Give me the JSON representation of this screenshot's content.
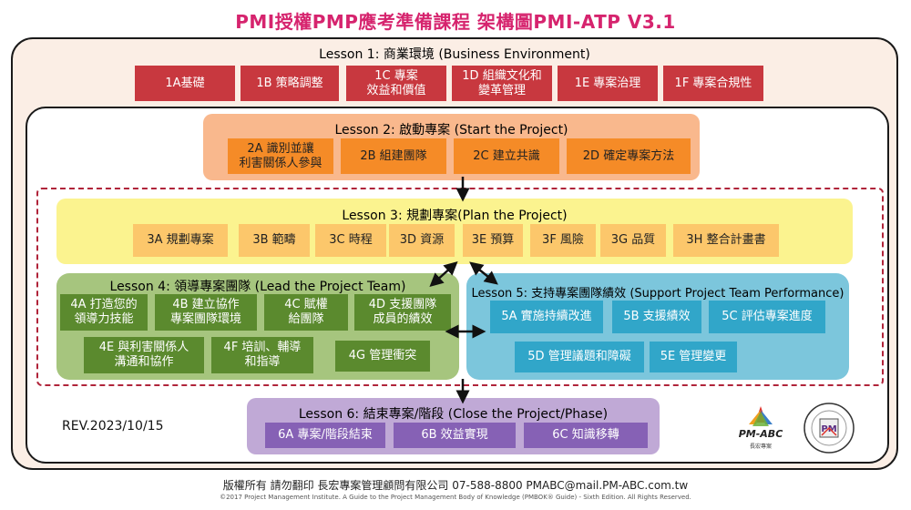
{
  "title": "PMI授權PMP應考準備課程 架構圖PMI-ATP V3.1",
  "lesson1": {
    "heading": "Lesson 1: 商業環境 (Business Environment)",
    "items": [
      "1A基礎",
      "1B 策略調整",
      "1C 專案\n效益和價值",
      "1D 組織文化和\n變革管理",
      "1E 專案治理",
      "1F 專案合規性"
    ]
  },
  "lesson2": {
    "heading": "Lesson 2: 啟動專案 (Start the Project)",
    "items": [
      "2A 識別並讓\n利害關係人參與",
      "2B 組建團隊",
      "2C 建立共識",
      "2D  確定專案方法"
    ]
  },
  "lesson3": {
    "heading": "Lesson 3: 規劃專案(Plan the Project)",
    "items": [
      "3A 規劃專案",
      "3B 範疇",
      "3C 時程",
      "3D 資源",
      "3E 預算",
      "3F 風險",
      "3G 品質",
      "3H 整合計畫書"
    ]
  },
  "lesson4": {
    "heading": "Lesson 4: 領導專案團隊 (Lead the Project Team)",
    "items": [
      "4A 打造您的\n領導力技能",
      "4B 建立協作\n專案團隊環境",
      "4C 賦權\n給團隊",
      "4D 支援團隊\n成員的績效",
      "4E 與利害關係人\n溝通和協作",
      "4F 培訓、輔導\n和指導",
      "4G 管理衝突"
    ]
  },
  "lesson5": {
    "heading": "Lesson 5: 支持專案團隊績效 (Support Project Team Performance)",
    "items": [
      "5A 實施持續改進",
      "5B 支援績效",
      "5C 評估專案進度",
      "5D 管理議題和障礙",
      "5E 管理變更"
    ]
  },
  "lesson6": {
    "heading": "Lesson 6: 結束專案/階段 (Close the Project/Phase)",
    "items": [
      "6A 專案/階段結束",
      "6B 效益實現",
      "6C 知識移轉"
    ]
  },
  "rev": "REV.2023/10/15",
  "logo": {
    "name": "PM-ABC",
    "tagline": "長宏專案",
    "seal_text": "PM"
  },
  "footer": {
    "main": "版權所有  請勿翻印  長宏專案管理顧問有限公司  07-588-8800  PMABC@mail.PM-ABC.com.tw",
    "sub": "©2017 Project Management Institute. A Guide to the Project Management Body of Knowledge (PMBOK® Guide) - Sixth Edition. All Rights Reserved."
  },
  "colors": {
    "title": "#d6246e",
    "lesson1": "#c8383f",
    "lesson2": "#f58b27",
    "lesson3": "#fcc76b",
    "lesson4": "#5b8a2e",
    "lesson5": "#31a6c9",
    "lesson6": "#8661b5"
  }
}
